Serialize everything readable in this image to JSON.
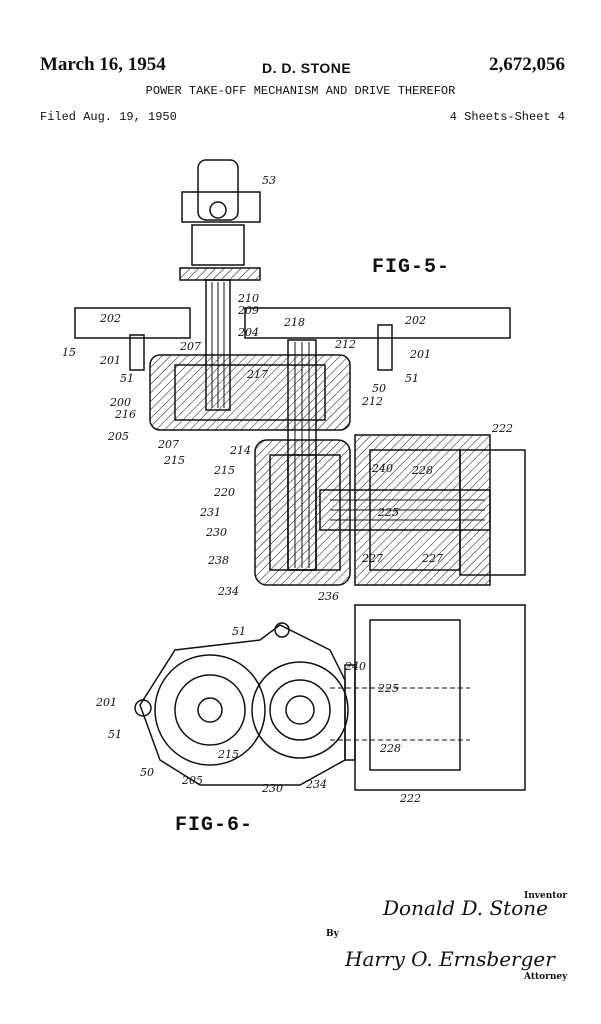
{
  "header": {
    "date": "March 16, 1954",
    "inventor": "D. D. STONE",
    "patent_number": "2,672,056",
    "title": "POWER TAKE-OFF MECHANISM AND DRIVE THEREFOR",
    "filed": "Filed Aug. 19, 1950",
    "sheets": "4 Sheets-Sheet 4"
  },
  "figures": {
    "fig5": {
      "label": "FIG-5-",
      "reference_numerals": [
        "53",
        "210",
        "209",
        "202",
        "202",
        "15",
        "201",
        "201",
        "51",
        "51",
        "207",
        "204",
        "218",
        "212",
        "217",
        "50",
        "200",
        "216",
        "212",
        "205",
        "207",
        "215",
        "214",
        "215",
        "220",
        "231",
        "230",
        "238",
        "234",
        "236",
        "240",
        "228",
        "225",
        "227",
        "227",
        "222"
      ]
    },
    "fig6": {
      "label": "FIG-6-",
      "reference_numerals": [
        "51",
        "240",
        "225",
        "201",
        "51",
        "215",
        "228",
        "50",
        "205",
        "230",
        "234",
        "222"
      ]
    }
  },
  "signature": {
    "inventor_caption": "Inventor",
    "inventor_signature": "Donald D. Stone",
    "by": "By",
    "attorney_signature": "Harry O. Ernsberger",
    "attorney_caption": "Attorney"
  }
}
